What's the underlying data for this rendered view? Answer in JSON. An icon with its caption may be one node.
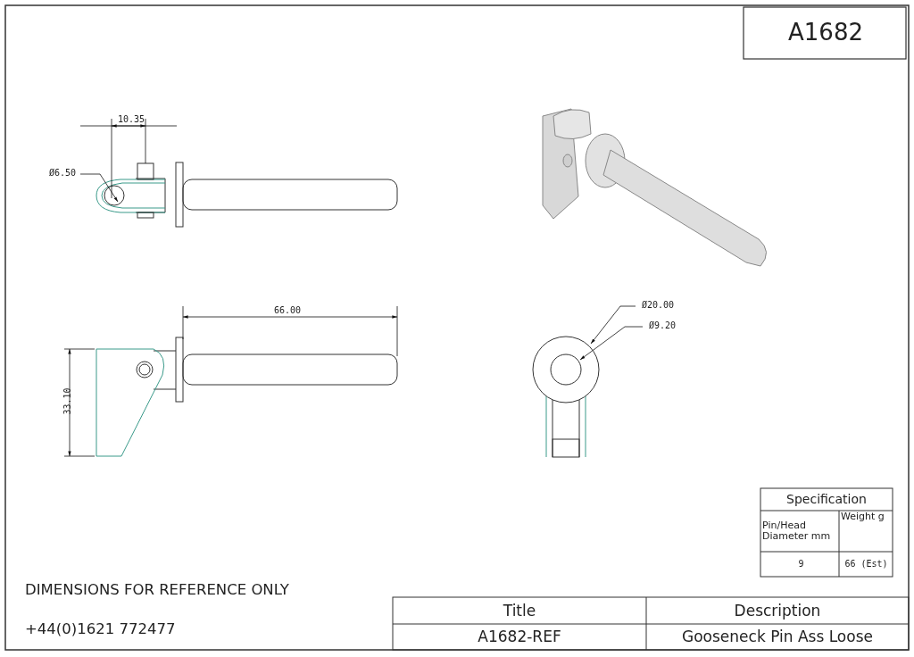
{
  "diagram": {
    "labels": [
      "A1682",
      "10.35",
      "Ø6.50",
      "66.00",
      "33.10",
      "Ø20.00",
      "Ø9.20",
      "Specification",
      "Pin/Head Diameter mm",
      "Weight g",
      "9",
      "66 (Est)",
      "DIMENSIONS FOR REFERENCE ONLY",
      "+44(0)1621 772477",
      "Title",
      "Description",
      "A1682-REF",
      "Gooseneck Pin Ass Loose"
    ]
  }
}
